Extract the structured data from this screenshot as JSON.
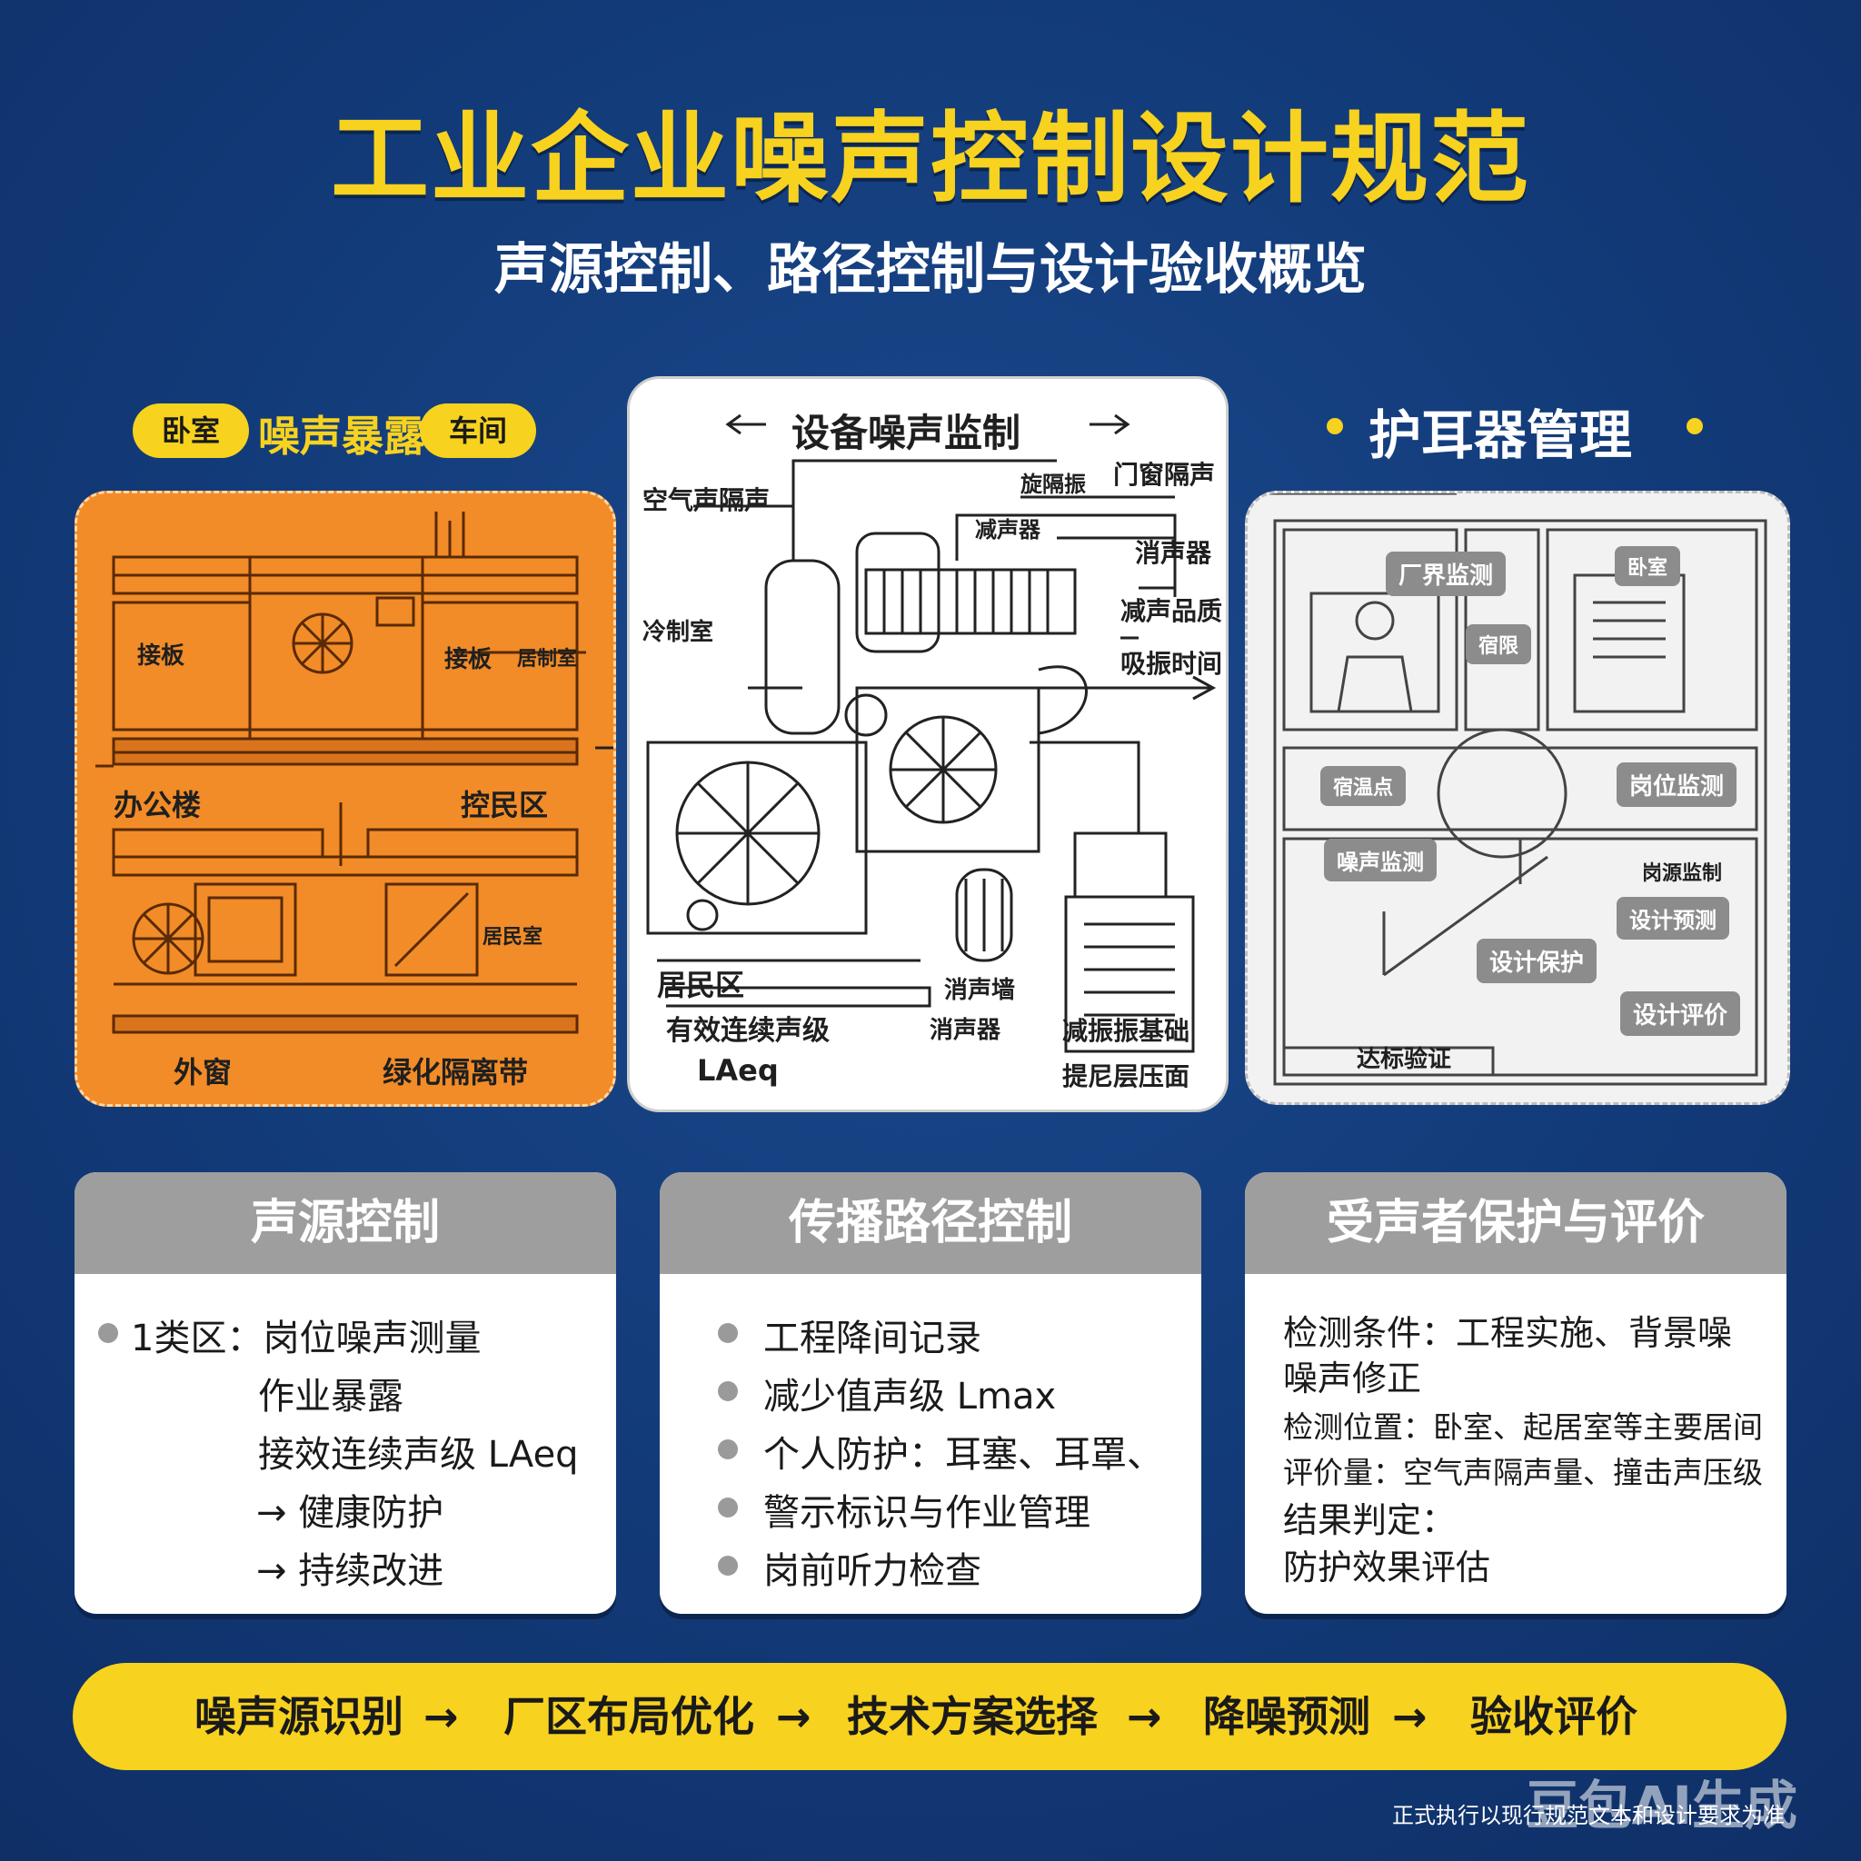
{
  "title": "工业企业噪声控制设计规范",
  "subtitle": "声源控制、路径控制与设计验收概览",
  "left_header": {
    "pill1": "卧室",
    "label": "噪声暴露",
    "pill2": "车间"
  },
  "center_header": "设备噪声监制",
  "right_header": "护耳器管理",
  "left_panel": {
    "labels": [
      "接板",
      "接板",
      "居制室",
      "办公楼",
      "控民区",
      "居民室",
      "外窗",
      "绿化隔离带"
    ]
  },
  "center_panel": {
    "labels": [
      "空气声隔声",
      "旋隔振",
      "门窗隔声",
      "减声器",
      "消声器",
      "减声品质",
      "冷制室",
      "吸振时间",
      "居民区",
      "有效连续声级",
      "LAeq",
      "消声墙",
      "消声器",
      "减振振基础",
      "提尼层压面"
    ]
  },
  "right_panel": {
    "tags": [
      "厂界监测",
      "卧室",
      "宿限",
      "宿温点",
      "岗位监测",
      "噪声监测",
      "岗源监制",
      "设计预测",
      "设计保护",
      "设计评价",
      "达标验证"
    ]
  },
  "cards": [
    {
      "title": "声源控制",
      "lines": [
        "1类区：岗位噪声测量",
        "作业暴露",
        "接效连续声级 LAeq",
        "→ 健康防护",
        "→ 持续改进"
      ]
    },
    {
      "title": "传播路径控制",
      "lines": [
        "工程降间记录",
        "减少值声级 Lmax",
        "个人防护：耳塞、耳罩、",
        "警示标识与作业管理",
        "岗前听力检查"
      ]
    },
    {
      "title": "受声者保护与评价",
      "lines": [
        "检测条件：工程实施、背景噪",
        "噪声修正",
        "检测位置：卧室、起居室等主要居间",
        "评价量：空气声隔声量、撞击声压级",
        "结果判定：",
        "防护效果评估"
      ]
    }
  ],
  "flow": [
    "噪声源识别",
    "→",
    "厂区布局优化",
    "→",
    "技术方案选择",
    "→",
    "降噪预测",
    "→",
    "验收评价"
  ],
  "footer": "正式执行以现行规范文本和设计要求为准",
  "watermark": "豆包AI生成",
  "colors": {
    "background": "#123a78",
    "accent": "#f7d21f",
    "orange": "#f28c28",
    "gray": "#9e9e9e"
  }
}
